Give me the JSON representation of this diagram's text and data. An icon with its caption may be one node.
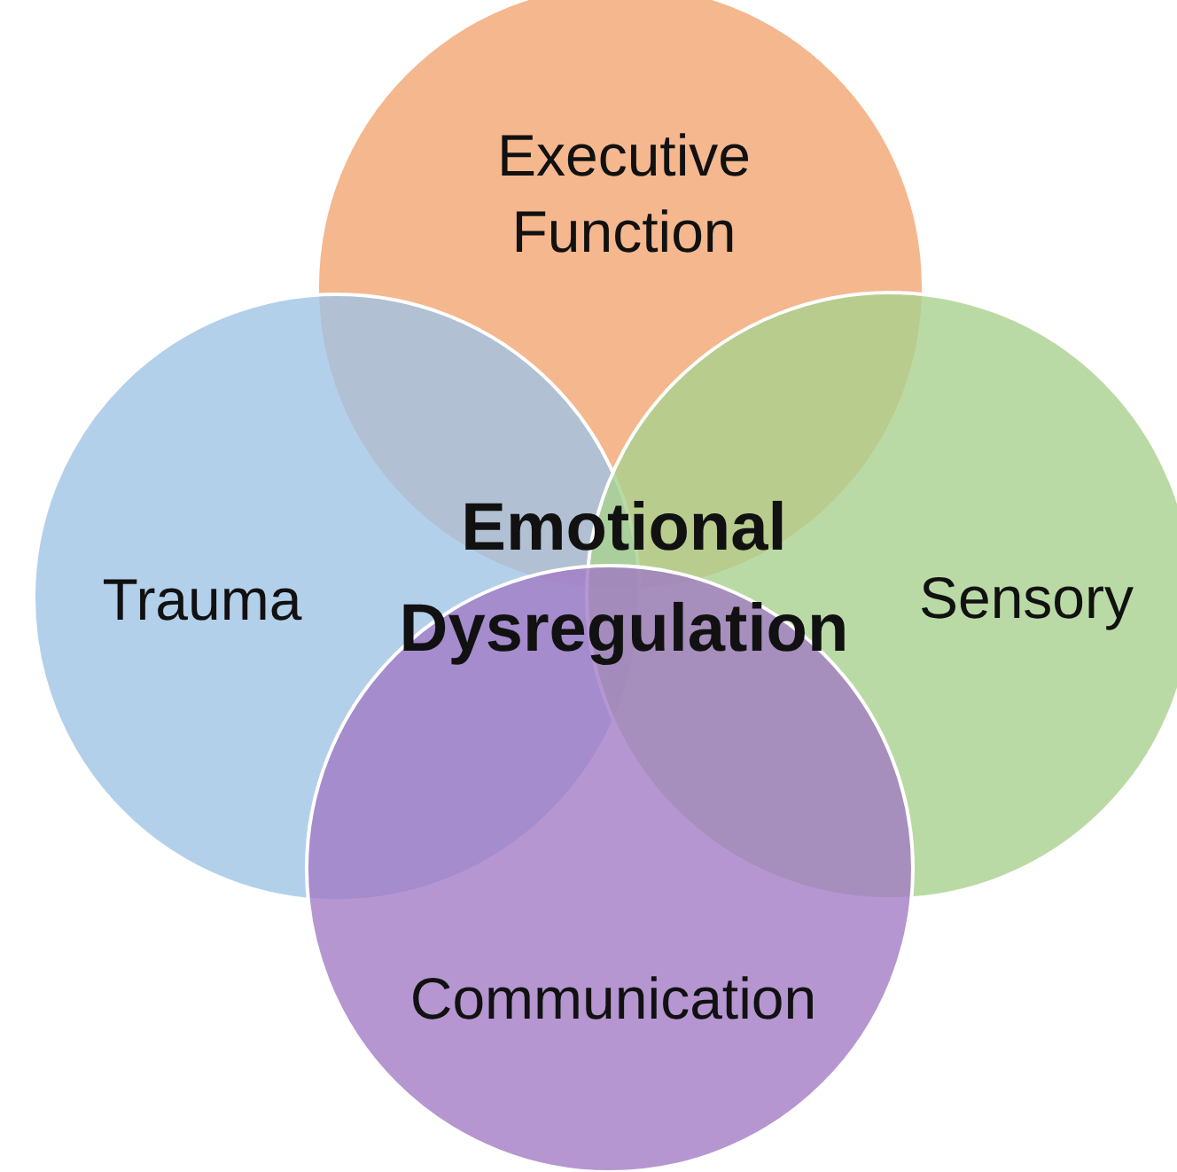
{
  "diagram": {
    "nodes": [
      {
        "text": [
          "Executive Function"
        ]
      },
      {
        "text": [
          "Trauma"
        ]
      },
      {
        "text": [
          "Sensory"
        ]
      },
      {
        "text": [
          "Communication"
        ]
      }
    ],
    "labels": [
      "Emotional Dysregulation"
    ]
  }
}
